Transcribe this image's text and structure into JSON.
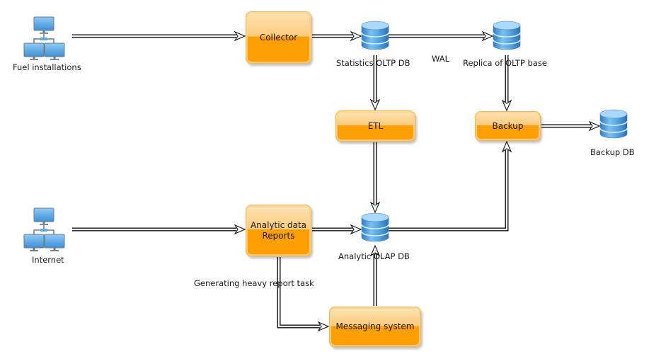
{
  "diagram": {
    "nodes": {
      "fuel_installations": {
        "label": "Fuel installations",
        "icon": "network-computers-icon"
      },
      "internet": {
        "label": "Internet",
        "icon": "network-computers-icon"
      },
      "collector": {
        "label": "Collector"
      },
      "statistics_oltp_db": {
        "label": "Statistics OLTP DB",
        "icon": "database-icon"
      },
      "replica_oltp": {
        "label": "Replica of OLTP base",
        "icon": "database-icon"
      },
      "etl": {
        "label": "ETL"
      },
      "backup": {
        "label": "Backup"
      },
      "backup_db": {
        "label": "Backup DB",
        "icon": "database-icon"
      },
      "analytic_reports": {
        "label": "Analytic data\nReports",
        "line1": "Analytic data",
        "line2": "Reports"
      },
      "analytic_olap_db": {
        "label": "Analytic OLAP DB",
        "icon": "database-icon"
      },
      "messaging_system": {
        "label": "Messaging system"
      }
    },
    "edge_labels": {
      "wal": "WAL",
      "heavy_report": "Generating heavy report task"
    },
    "edges": [
      {
        "from": "fuel_installations",
        "to": "collector"
      },
      {
        "from": "collector",
        "to": "statistics_oltp_db"
      },
      {
        "from": "statistics_oltp_db",
        "to": "replica_oltp",
        "label": "WAL"
      },
      {
        "from": "statistics_oltp_db",
        "to": "etl"
      },
      {
        "from": "replica_oltp",
        "to": "backup"
      },
      {
        "from": "backup",
        "to": "backup_db"
      },
      {
        "from": "etl",
        "to": "analytic_olap_db"
      },
      {
        "from": "internet",
        "to": "analytic_reports"
      },
      {
        "from": "analytic_reports",
        "to": "analytic_olap_db"
      },
      {
        "from": "analytic_olap_db",
        "to": "backup"
      },
      {
        "from": "analytic_reports",
        "to": "messaging_system",
        "label": "Generating heavy report task"
      },
      {
        "from": "messaging_system",
        "to": "analytic_olap_db"
      }
    ],
    "colors": {
      "process_box": "#ff9f04",
      "process_box_light": "#fde3b4",
      "process_border": "#f7b54a",
      "database": "#4a9be0",
      "computer_screen": "#5aaae8",
      "edge": "#111111"
    }
  }
}
